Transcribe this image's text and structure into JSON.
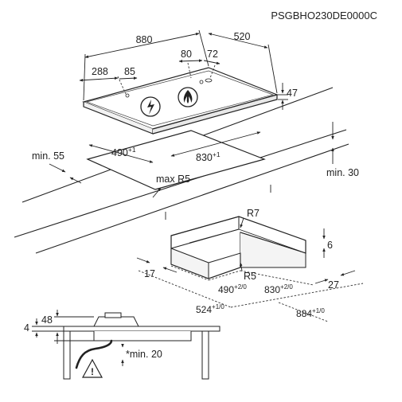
{
  "diagram": {
    "code": "PSGBHO230DE0000C",
    "hob": {
      "width": "880",
      "depth": "520",
      "left_offset": "288",
      "connector_a": "85",
      "gas_x": "80",
      "gas_y": "72",
      "height": "47"
    },
    "cutout": {
      "min_front": "min. 55",
      "depth": "490",
      "depth_tol": "+1",
      "width": "830",
      "width_tol": "+1",
      "radius": "max R5",
      "min_rear": "min. 30"
    },
    "frame": {
      "outer_radius": "R7",
      "inner_radius": "R5",
      "lip": "6",
      "side_left": "17",
      "side_right": "27",
      "inner_depth": "490",
      "inner_depth_tol": "+2/0",
      "inner_width": "830",
      "inner_width_tol": "+2/0",
      "outer_depth": "524",
      "outer_depth_tol": "+1/0",
      "outer_width": "884",
      "outer_width_tol": "+1/0"
    },
    "section": {
      "total": "48",
      "glass": "4",
      "min_below": "*min. 20"
    }
  }
}
